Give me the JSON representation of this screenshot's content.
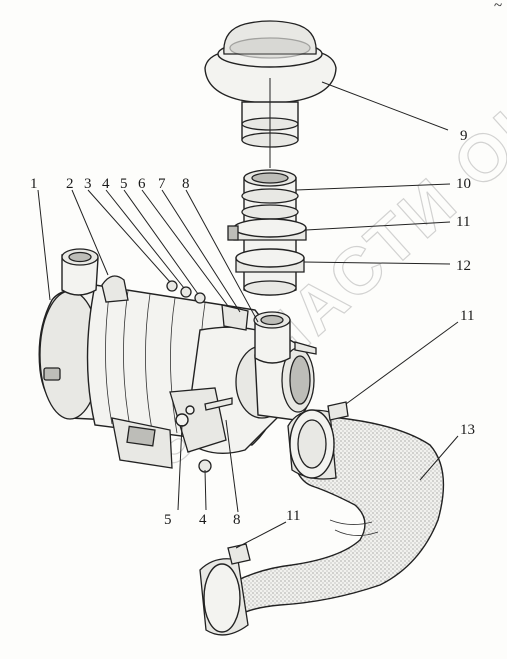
{
  "diagram": {
    "watermark": "ЗАПЧАСТИ ОН",
    "corner_mark": "~",
    "callouts": [
      {
        "id": "c1",
        "text": "1"
      },
      {
        "id": "c2",
        "text": "2"
      },
      {
        "id": "c3",
        "text": "3"
      },
      {
        "id": "c4a",
        "text": "4"
      },
      {
        "id": "c5a",
        "text": "5"
      },
      {
        "id": "c6",
        "text": "6"
      },
      {
        "id": "c7",
        "text": "7"
      },
      {
        "id": "c8a",
        "text": "8"
      },
      {
        "id": "c9",
        "text": "9"
      },
      {
        "id": "c10",
        "text": "10"
      },
      {
        "id": "c11a",
        "text": "11"
      },
      {
        "id": "c12",
        "text": "12"
      },
      {
        "id": "c11b",
        "text": "11"
      },
      {
        "id": "c13",
        "text": "13"
      },
      {
        "id": "c5b",
        "text": "5"
      },
      {
        "id": "c4b",
        "text": "4"
      },
      {
        "id": "c8b",
        "text": "8"
      },
      {
        "id": "c11c",
        "text": "11"
      }
    ]
  }
}
